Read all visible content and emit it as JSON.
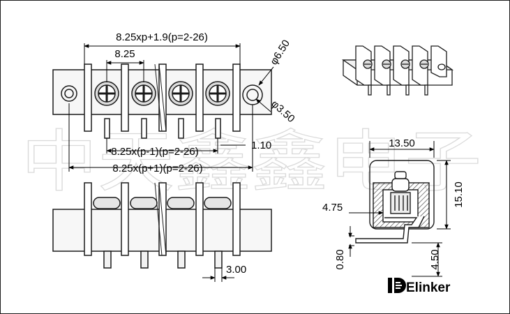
{
  "dimensions": {
    "overall_width": "8.25xp+1.9(p=2-26)",
    "pitch": "8.25",
    "screw_hole": "φ6.50",
    "mount_hole": "φ3.50",
    "pin_span_inner": "8.25x(p-1)(p=2-26)",
    "pin_width": "1.10",
    "pin_span_outer": "8.25x(p+1)(p=2-26)",
    "pin_length_front": "3.00",
    "side_width": "13.50",
    "side_height": "15.10",
    "side_offset": "4.75",
    "pin_thickness": "0.80",
    "pin_length_side": "4.50"
  },
  "logo": {
    "brand": "Elinker"
  },
  "watermark": {
    "text": "中天鑫鑫电子"
  },
  "colors": {
    "line": "#1a1a1a",
    "body_fill": "#f2f2f2",
    "watermark": "#d9d9d9"
  }
}
